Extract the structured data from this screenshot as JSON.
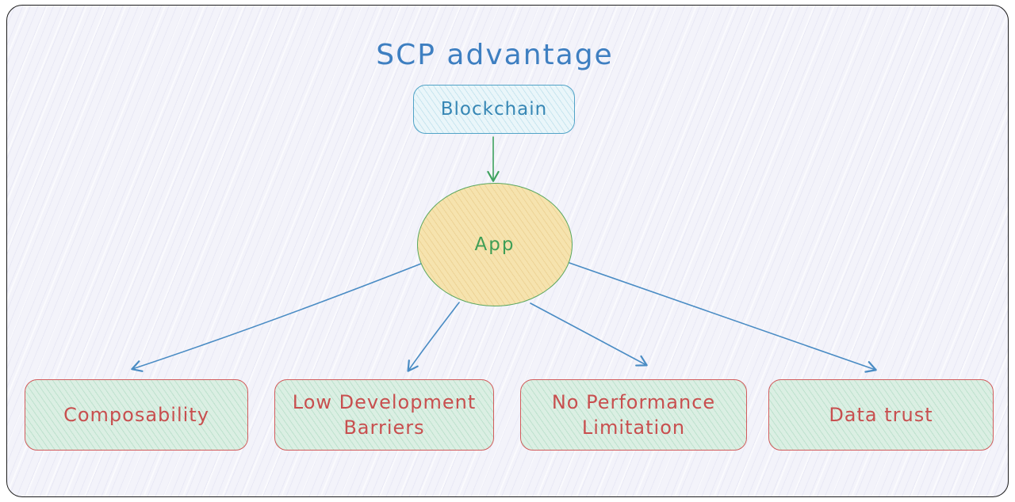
{
  "diagram": {
    "title": "SCP advantage",
    "nodes": {
      "blockchain": {
        "label": "Blockchain"
      },
      "app": {
        "label": "App"
      },
      "composability": {
        "label": "Composability"
      },
      "low_development_barriers": {
        "label": "Low Development Barriers"
      },
      "no_performance_limitation": {
        "label": "No Performance Limitation"
      },
      "data_trust": {
        "label": "Data trust"
      }
    },
    "colors": {
      "title_blue": "#3e7fc1",
      "blockchain_border": "#51a3c7",
      "blockchain_fill": "#eaf6fa",
      "blockchain_text": "#3787b5",
      "app_border": "#5ba75f",
      "app_fill": "#f6e3ae",
      "app_text": "#3f9e56",
      "green_arrow": "#3fa25f",
      "blue_arrow": "#4a8cc4",
      "feature_border": "#d25c5c",
      "feature_fill": "#dbefe3",
      "feature_text": "#c84f4f",
      "frame_border": "#1e1e1e",
      "background": "#f3f3fa"
    }
  }
}
